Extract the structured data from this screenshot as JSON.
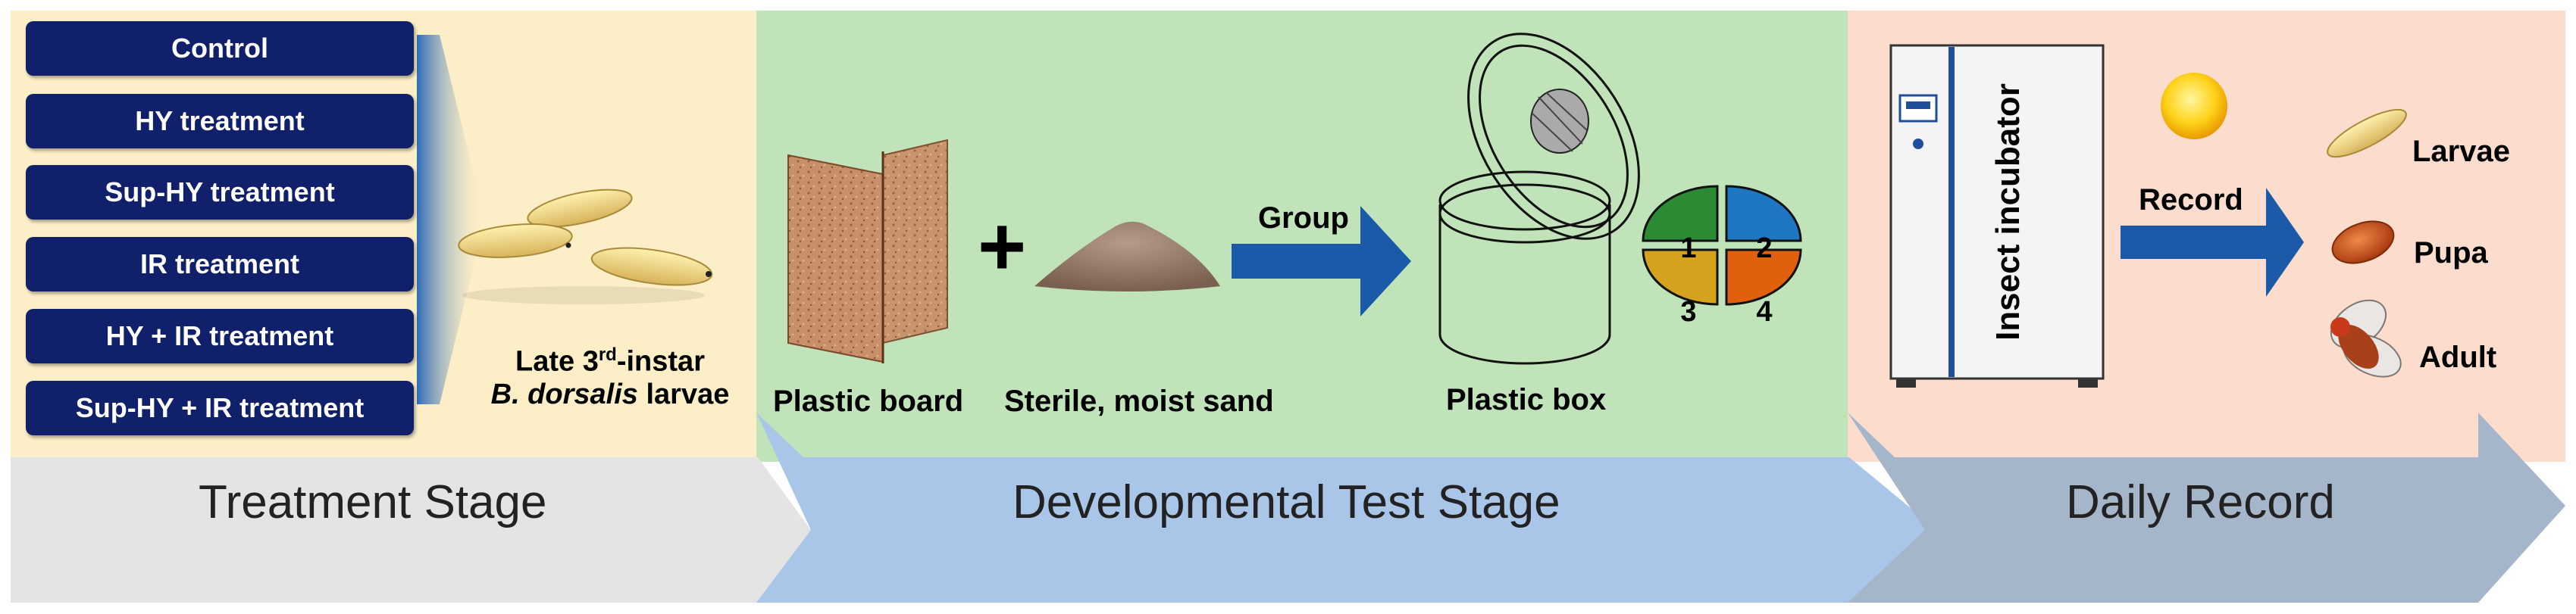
{
  "treatments": [
    "Control",
    "HY treatment",
    "Sup-HY treatment",
    "IR treatment",
    "HY + IR treatment",
    "Sup-HY + IR treatment"
  ],
  "larvae_caption": {
    "line1_pre": "Late 3",
    "line1_sup": "rd",
    "line1_post": "-instar",
    "line2_italic": "B. dorsalis",
    "line2_post": " larvae"
  },
  "items": {
    "plastic_board": "Plastic board",
    "sand": "Sterile, moist sand",
    "plus": "+",
    "group": "Group",
    "plastic_box": "Plastic box"
  },
  "box_quadrants": [
    "1",
    "2",
    "3",
    "4"
  ],
  "incubator_label": "Insect incubator",
  "record_label": "Record",
  "stages_insect": [
    "Larvae",
    "Pupa",
    "Adult"
  ],
  "stage_bar": [
    "Treatment Stage",
    "Developmental Test Stage",
    "Daily Record"
  ],
  "colors": {
    "treatment_button": "#10206a",
    "arrow_blue": "#1a5aa8",
    "quadrants": [
      "#2b8a34",
      "#1f77c4",
      "#d4a21c",
      "#e0600e"
    ],
    "stage_arrows": [
      "#e4e4e4",
      "#a9c5e8",
      "#a5b6cb"
    ]
  }
}
